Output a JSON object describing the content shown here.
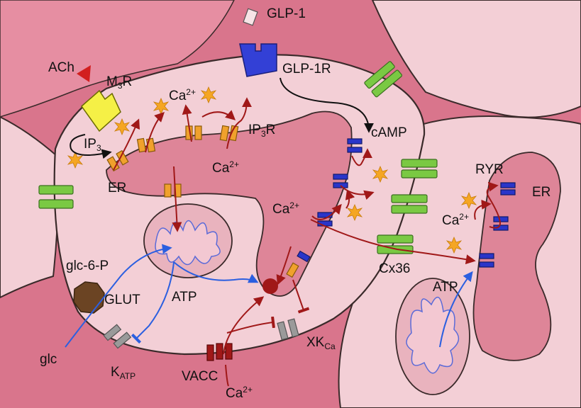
{
  "labels": {
    "glp1": "GLP-1",
    "glp1r": "GLP-1R",
    "ach": "ACh",
    "m3r_main": "M",
    "m3r_sub": "3",
    "m3r_tail": "R",
    "ca_top": "Ca",
    "ca_top_sup": "2+",
    "ip3r_main": "IP",
    "ip3r_sub": "3",
    "ip3r_tail": "R",
    "ip3_main": "IP",
    "ip3_sub": "3",
    "camp": "cAMP",
    "er_left": "ER",
    "ca_er": "Ca",
    "ca_er_sup": "2+",
    "ca_mid": "Ca",
    "ca_mid_sup": "2+",
    "glc6p": "glc-6-P",
    "glut": "GLUT",
    "atp_left": "ATP",
    "glc": "glc",
    "katp_main": "K",
    "katp_sub": "ATP",
    "vacc": "VACC",
    "ca_bottom": "Ca",
    "ca_bottom_sup": "2+",
    "xkca_main": "XK",
    "xkca_sub": "Ca",
    "cx36": "Cx36",
    "atp_right": "ATP",
    "ryr": "RYR",
    "er_right": "ER",
    "ca_right": "Ca",
    "ca_right_sup": "2+"
  },
  "colors": {
    "background": "#d9758c",
    "cell_fill": "#f3cfd6",
    "er_fill": "#de8598",
    "ip3r_channel": "#f0a12c",
    "ryr_channel": "#2a35c9",
    "connexin": "#7ac943",
    "katp_channel": "#9a9a9a",
    "vacc_channel": "#a01818",
    "m3r": "#f5f046",
    "glp1r": "#3340d6",
    "glut": "#6b4423",
    "ca_star": "#f5a623",
    "ca_arrow": "#a01818",
    "glucose_arrow": "#2b5fe0"
  },
  "icons": {
    "receptor_m3r": "m3r-receptor-icon",
    "receptor_glp1r": "glp1r-receptor-icon",
    "ligand_ach": "ach-triangle-icon",
    "ligand_glp1": "glp1-peptide-icon",
    "calcium": "calcium-star-icon",
    "transporter_glut": "glut-octagon-icon"
  }
}
